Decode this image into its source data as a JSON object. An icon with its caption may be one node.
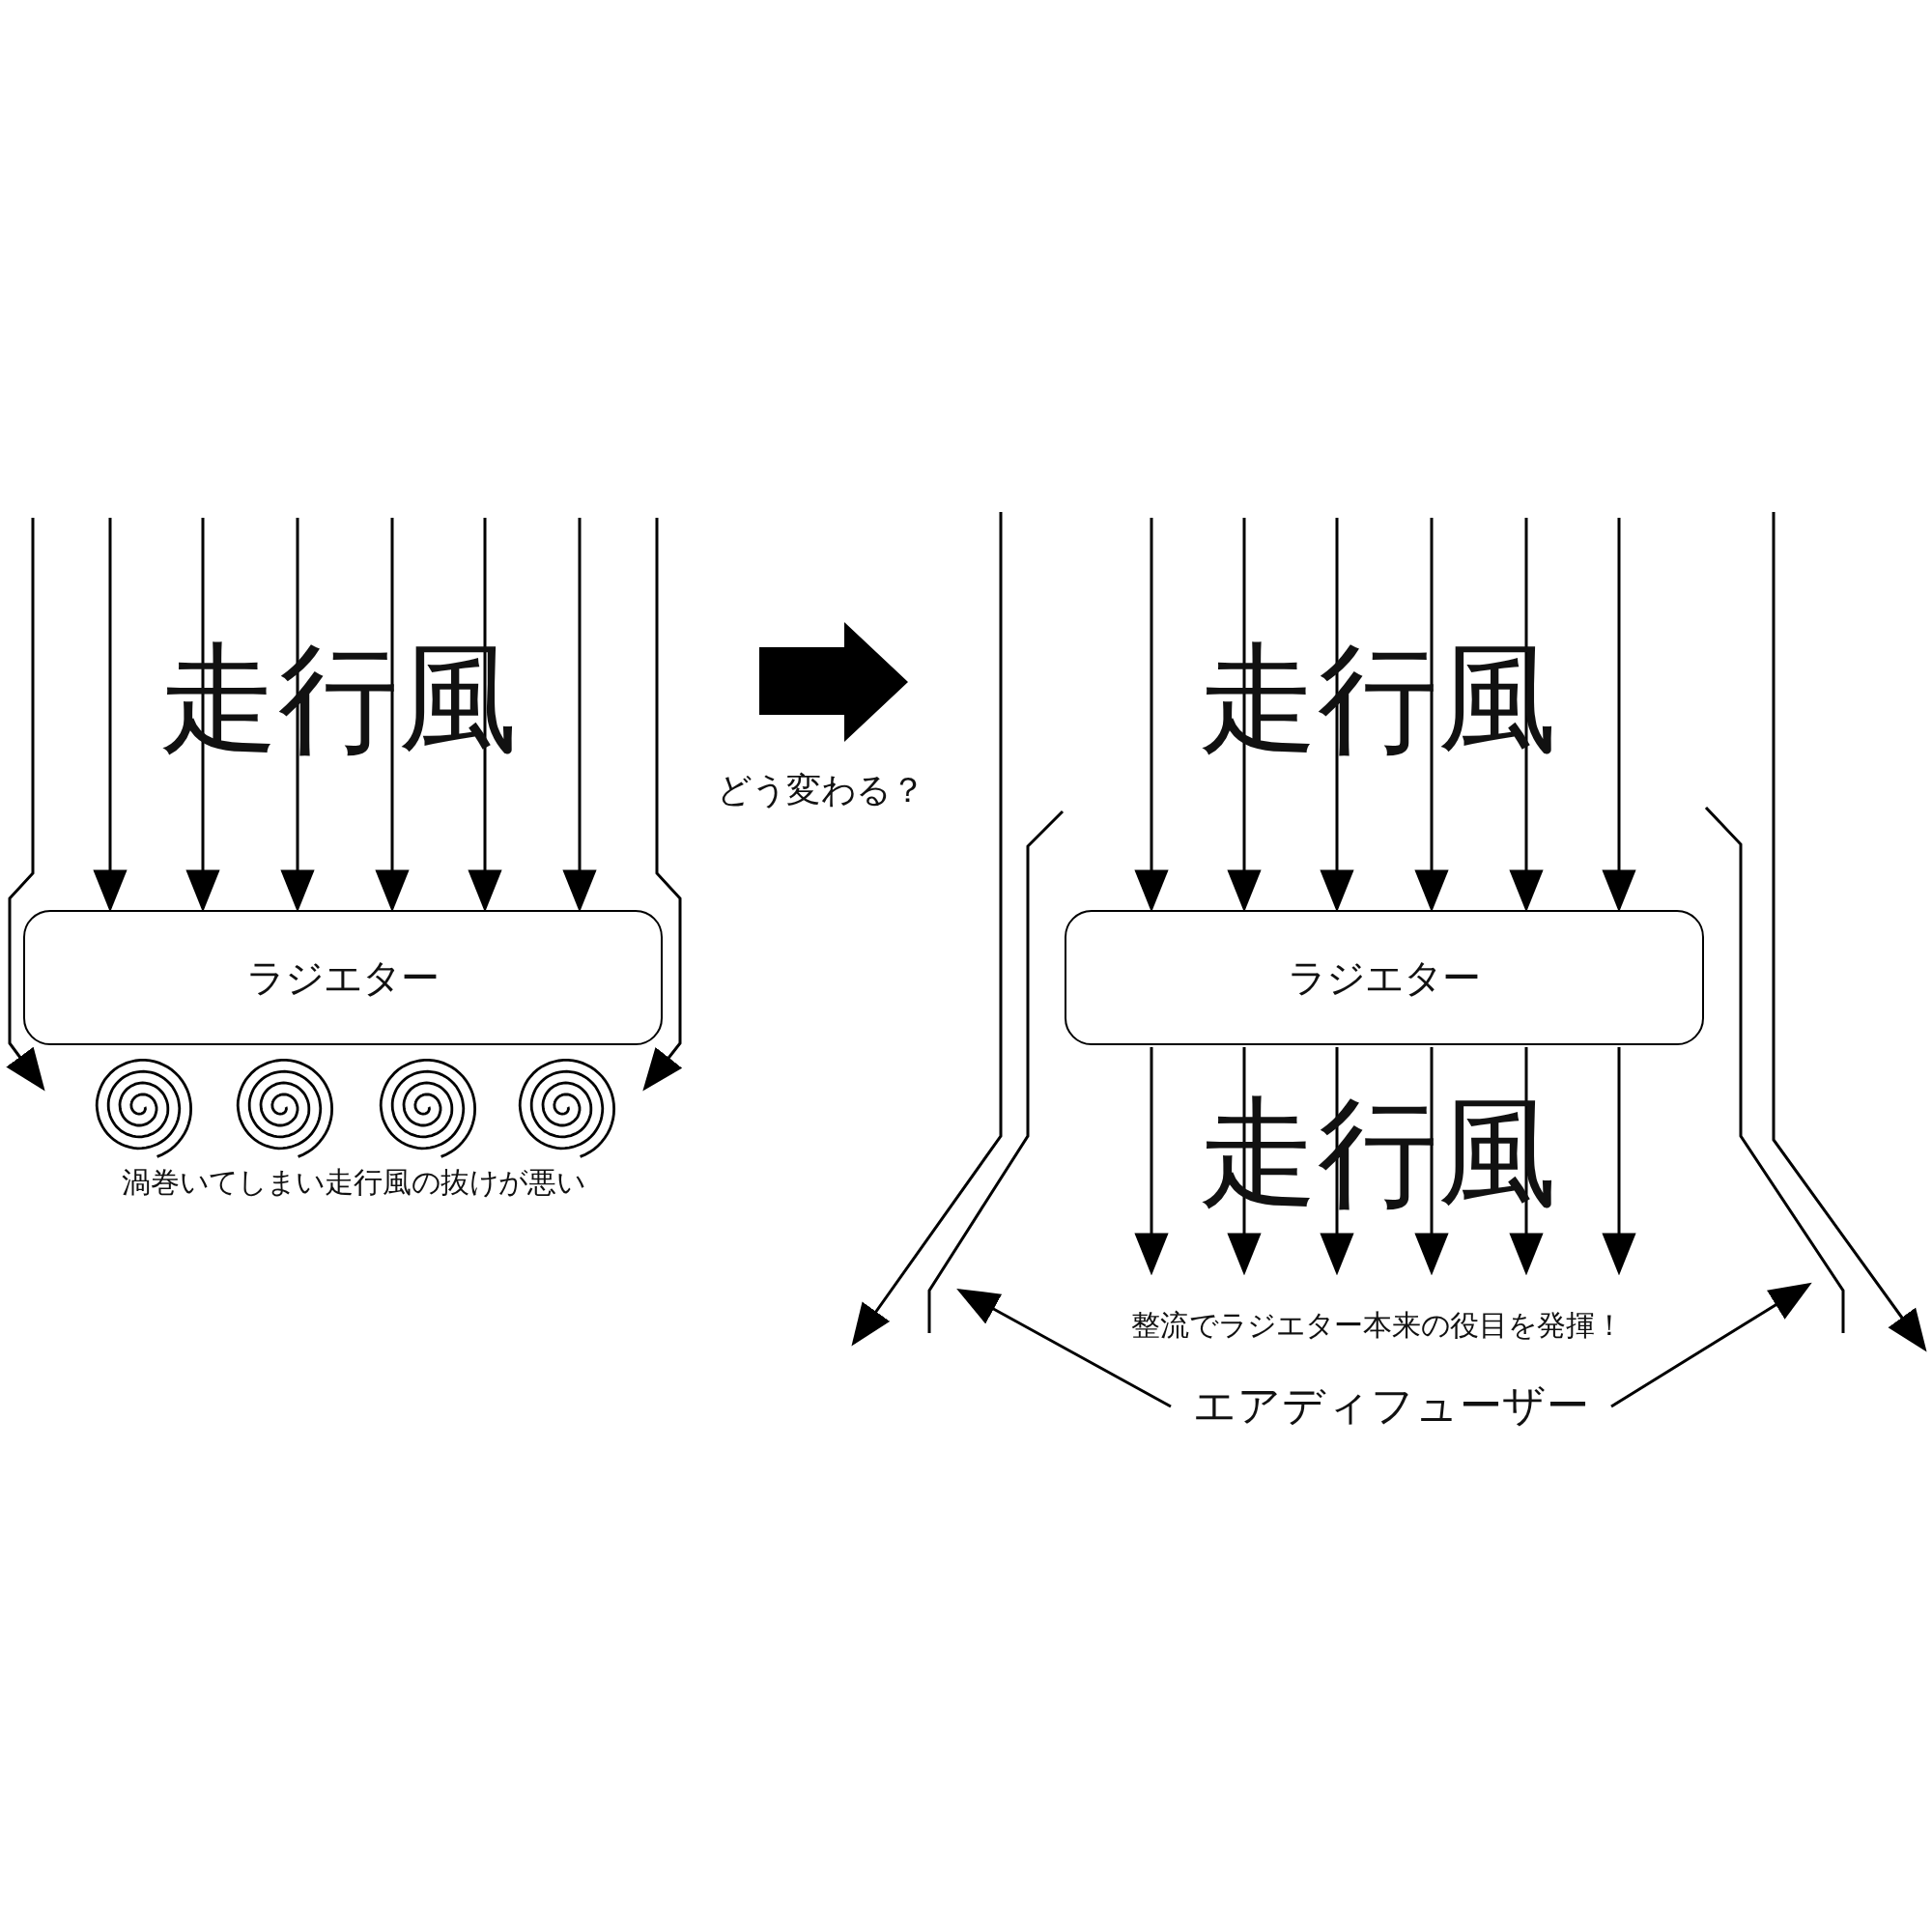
{
  "diagram": {
    "nodes": [
      {
        "text": [
          "ラジエター"
        ]
      },
      {
        "text": [
          "ラジエター"
        ]
      },
      {
        "text": [
          "エアディフューザー"
        ]
      },
      {
        "text": [],
        "shape": "line"
      },
      {
        "text": [],
        "shape": "line"
      }
    ],
    "edges": [
      {
        "from": null,
        "to": 0,
        "arrow": "to"
      },
      {
        "from": null,
        "to": 0,
        "arrow": "to"
      },
      {
        "from": null,
        "to": 0,
        "arrow": "to"
      },
      {
        "from": null,
        "to": 0,
        "arrow": "to"
      },
      {
        "from": null,
        "to": 0,
        "arrow": "to"
      },
      {
        "from": null,
        "to": 0,
        "arrow": "to"
      },
      {
        "from": null,
        "to": 1,
        "arrow": "to"
      },
      {
        "from": null,
        "to": 1,
        "arrow": "to"
      },
      {
        "from": null,
        "to": 1,
        "arrow": "to"
      },
      {
        "from": null,
        "to": 1,
        "arrow": "to"
      },
      {
        "from": null,
        "to": 1,
        "arrow": "to"
      },
      {
        "from": null,
        "to": 1,
        "arrow": "to"
      },
      {
        "from": 1,
        "to": null,
        "arrow": "to"
      },
      {
        "from": 1,
        "to": null,
        "arrow": "to"
      },
      {
        "from": 1,
        "to": null,
        "arrow": "to"
      },
      {
        "from": 1,
        "to": null,
        "arrow": "to"
      },
      {
        "from": 1,
        "to": null,
        "arrow": "to"
      },
      {
        "from": 1,
        "to": null,
        "arrow": "to"
      },
      {
        "from": 2,
        "to": 3,
        "arrow": "to"
      },
      {
        "from": 2,
        "to": 4,
        "arrow": "to"
      }
    ],
    "labels": [
      "走行風",
      "走行風",
      "どう変わる？",
      "走行風",
      "渦巻いてしまい走行風の抜けが悪い",
      "整流でラジエター本来の役目を発揮！"
    ]
  }
}
